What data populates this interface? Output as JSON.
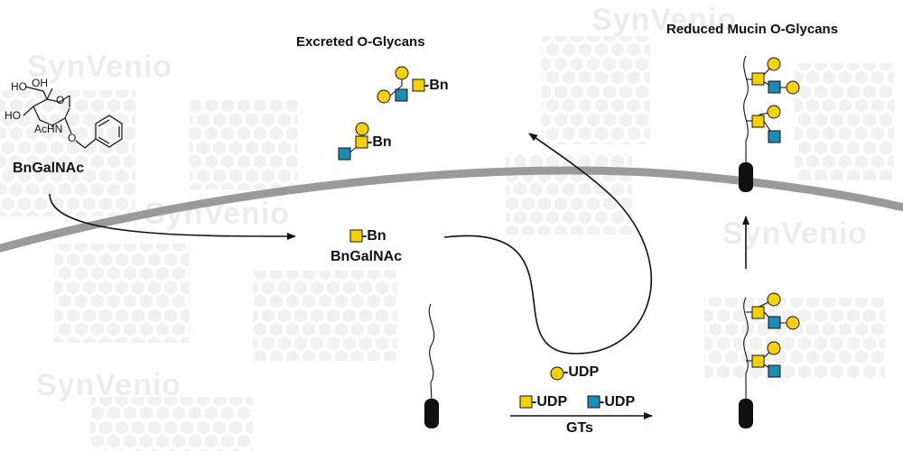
{
  "watermark": "SynVenio",
  "titles": {
    "excreted": "Excreted O-Glycans",
    "reduced": "Reduced Mucin O-Glycans"
  },
  "compound": {
    "name": "BnGalNAc",
    "atoms": {
      "ho1": "HO",
      "oh": "OH",
      "ho2": "HO",
      "ring_o": "O",
      "achn": "AcHN",
      "o_link": "O"
    }
  },
  "intracellular": {
    "bn": "-Bn",
    "name": "BnGalNAc"
  },
  "excreted_labels": {
    "bn1": "-Bn",
    "bn2": "-Bn"
  },
  "donors": {
    "gal": "-UDP",
    "galnac": "-UDP",
    "glcnac": "-UDP"
  },
  "enzyme": "GTs",
  "colors": {
    "galactose": "#F5D200",
    "galnac": "#F5D200",
    "glcnac": "#1E8BB5",
    "membrane": "#9a9a9a",
    "watermark": "#ececec"
  },
  "symbols": {
    "galactose": "yellow-circle",
    "galnac": "yellow-square",
    "glcnac": "blue-square"
  }
}
